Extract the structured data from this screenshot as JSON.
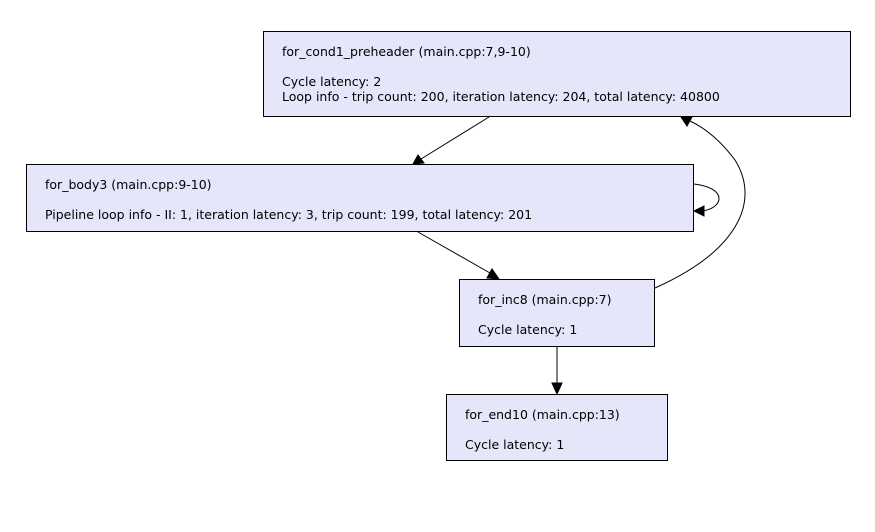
{
  "style": {
    "node_fill": "#e6e6fa",
    "stroke": "#000000"
  },
  "nodes": {
    "cond": {
      "title": "for_cond1_preheader (main.cpp:7,9-10)",
      "line1": "Cycle latency: 2",
      "line2": "Loop info - trip count: 200, iteration latency: 204, total latency: 40800"
    },
    "body": {
      "title": "for_body3 (main.cpp:9-10)",
      "line1": "Pipeline loop info - II: 1,  iteration latency: 3,  trip count: 199,  total latency: 201"
    },
    "inc": {
      "title": "for_inc8 (main.cpp:7)",
      "line1": "Cycle latency: 1"
    },
    "end": {
      "title": "for_end10 (main.cpp:13)",
      "line1": "Cycle latency: 1"
    }
  },
  "edges": [
    {
      "from": "for_cond1_preheader",
      "to": "for_body3"
    },
    {
      "from": "for_body3",
      "to": "for_body3"
    },
    {
      "from": "for_body3",
      "to": "for_inc8"
    },
    {
      "from": "for_inc8",
      "to": "for_cond1_preheader"
    },
    {
      "from": "for_inc8",
      "to": "for_end10"
    }
  ]
}
